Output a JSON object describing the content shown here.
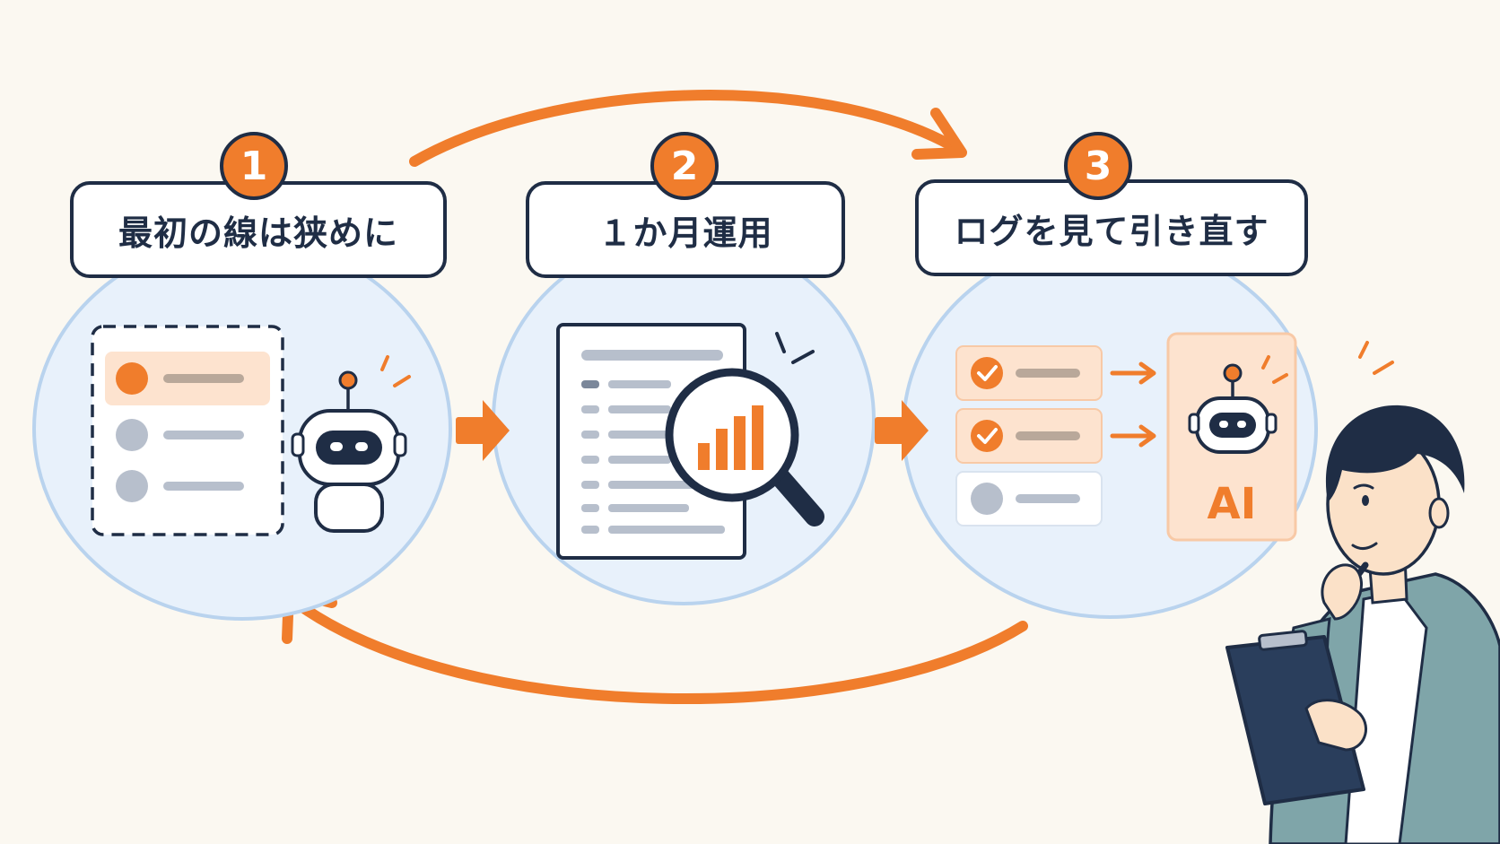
{
  "steps": [
    {
      "number": "1",
      "title": "最初の線は狭めに"
    },
    {
      "number": "2",
      "title": "１か月運用"
    },
    {
      "number": "3",
      "title": "ログを見て引き直す"
    }
  ],
  "ai_badge": "AI",
  "icons": {
    "step1": [
      "checklist-icon",
      "robot-icon"
    ],
    "step2": [
      "report-document-icon",
      "magnifier-chart-icon"
    ],
    "step3": [
      "checked-list-icon",
      "ai-robot-icon",
      "person-with-clipboard"
    ]
  },
  "colors": {
    "accent": "#f07d2c",
    "navy": "#1f2d45",
    "bubble": "#e8f1fb",
    "bubble_border": "#b9d3ee",
    "background": "#fbf8f1"
  }
}
